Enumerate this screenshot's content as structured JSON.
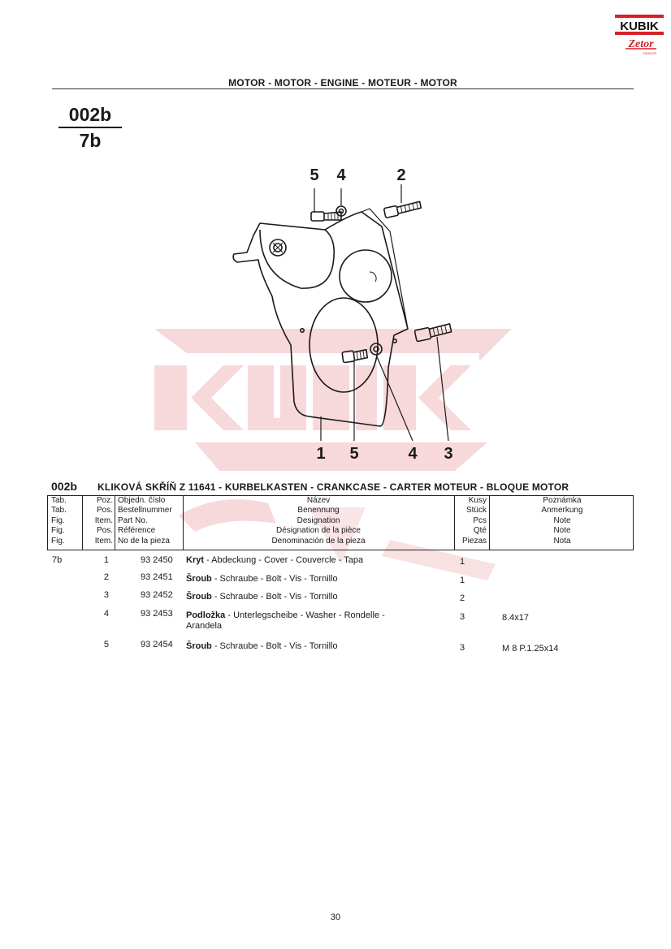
{
  "logo": {
    "brand": "KUBIK",
    "sub": "Zetor",
    "tag": "DEALER"
  },
  "header": {
    "title": "MOTOR - MOTOR - ENGINE - MOTEUR - MOTOR"
  },
  "section": {
    "number": "002b",
    "figure": "7b"
  },
  "callouts": {
    "top": [
      "5",
      "4",
      "2"
    ],
    "bottom": [
      "1",
      "5",
      "4",
      "3"
    ]
  },
  "table": {
    "code": "002b",
    "title": "KLIKOVÁ SKŘÍŇ Z 11641 - KURBELKASTEN - CRANKCASE - CARTER MOTEUR - BLOQUE MOTOR",
    "head": {
      "tab": [
        "Tab.",
        "Tab.",
        "Fig.",
        "Fig.",
        "Fig."
      ],
      "pos": [
        "Poz.",
        "Pos.",
        "Item.",
        "Pos.",
        "Item."
      ],
      "bn": [
        "Objedn. číslo",
        "Bestellnummer",
        "Part No.",
        "Référence",
        "No de la pieza"
      ],
      "name": [
        "Název",
        "Benennung",
        "Designation",
        "Désignation de la pièce",
        "Denominación de la pieza"
      ],
      "qty": [
        "Kusy",
        "Stück",
        "Pcs",
        "Qté",
        "Piezas"
      ],
      "note": [
        "Poznámka",
        "Anmerkung",
        "Note",
        "Note",
        "Nota"
      ]
    },
    "rows": [
      {
        "tab": "7b",
        "pos": "1",
        "bn": "93 2450",
        "name_bold": "Kryt",
        "name_rest": " - Abdeckung - Cover - Couvercle - Tapa",
        "qty": "1",
        "note": ""
      },
      {
        "tab": "",
        "pos": "2",
        "bn": "93 2451",
        "name_bold": "Šroub",
        "name_rest": " - Schraube - Bolt - Vis - Tornillo",
        "qty": "1",
        "note": ""
      },
      {
        "tab": "",
        "pos": "3",
        "bn": "93 2452",
        "name_bold": "Šroub",
        "name_rest": " - Schraube - Bolt - Vis - Tornillo",
        "qty": "2",
        "note": ""
      },
      {
        "tab": "",
        "pos": "4",
        "bn": "93 2453",
        "name_bold": "Podložka",
        "name_rest": " - Unterlegscheibe - Washer - Rondelle - Arandela",
        "qty": "3",
        "note": "8.4x17"
      },
      {
        "tab": "",
        "pos": "5",
        "bn": "93 2454",
        "name_bold": "Šroub",
        "name_rest": " - Schraube - Bolt - Vis - Tornillo",
        "qty": "3",
        "note": "M 8 P.1.25x14"
      }
    ]
  },
  "page": {
    "number": "30"
  },
  "colors": {
    "brand_red": "#d6202a",
    "watermark": "#f3c9cc",
    "ink": "#1a1a1a"
  }
}
